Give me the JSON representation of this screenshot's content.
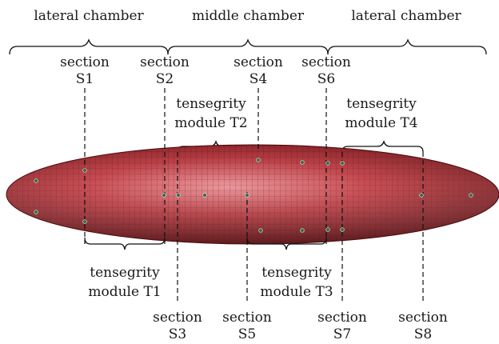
{
  "chambers": {
    "left": "lateral chamber",
    "middle": "middle chamber",
    "right": "lateral chamber"
  },
  "section_word": "section",
  "sections": {
    "S1": "S1",
    "S2": "S2",
    "S3": "S3",
    "S4": "S4",
    "S5": "S5",
    "S6": "S6",
    "S7": "S7",
    "S8": "S8"
  },
  "modules": {
    "line1": "tensegrity",
    "T1": "module T1",
    "T2": "module T2",
    "T3": "module T3",
    "T4": "module T4"
  },
  "colors": {
    "mesh_base": "#b8262e",
    "mesh_light": "#e07a7f",
    "mesh_dark": "#6e1014",
    "mesh_line": "#5a0d10",
    "node": "#3a6b4a"
  }
}
